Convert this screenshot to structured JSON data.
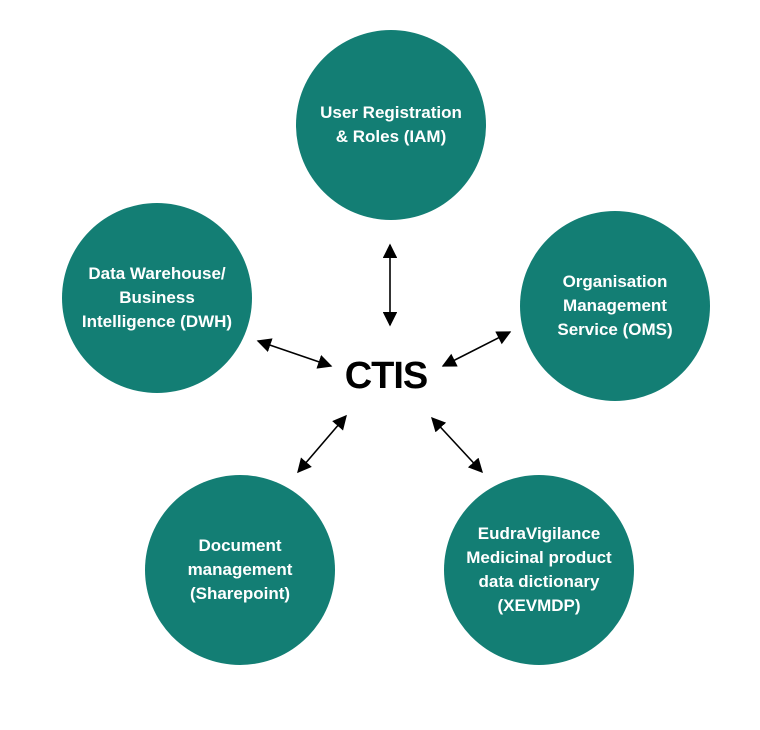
{
  "center": {
    "label": "CTIS"
  },
  "colors": {
    "node_fill": "#137e74",
    "node_text": "#ffffff",
    "arrow": "#000000"
  },
  "nodes": {
    "iam": {
      "lines": [
        "User Registration",
        "& Roles (IAM)"
      ]
    },
    "oms": {
      "lines": [
        "Organisation",
        "Management",
        "Service (OMS)"
      ]
    },
    "xevmdp": {
      "lines": [
        "EudraVigilance",
        "Medicinal product",
        "data dictionary",
        "(XEVMDP)"
      ]
    },
    "sharepoint": {
      "lines": [
        "Document",
        "management",
        "(Sharepoint)"
      ]
    },
    "dwh": {
      "lines": [
        "Data Warehouse/",
        "Business",
        "Intelligence (DWH)"
      ]
    }
  },
  "connections": [
    {
      "from": "center",
      "to": "iam",
      "direction": "bidirectional"
    },
    {
      "from": "center",
      "to": "oms",
      "direction": "bidirectional"
    },
    {
      "from": "center",
      "to": "xevmdp",
      "direction": "bidirectional"
    },
    {
      "from": "center",
      "to": "sharepoint",
      "direction": "bidirectional"
    },
    {
      "from": "center",
      "to": "dwh",
      "direction": "bidirectional"
    }
  ]
}
